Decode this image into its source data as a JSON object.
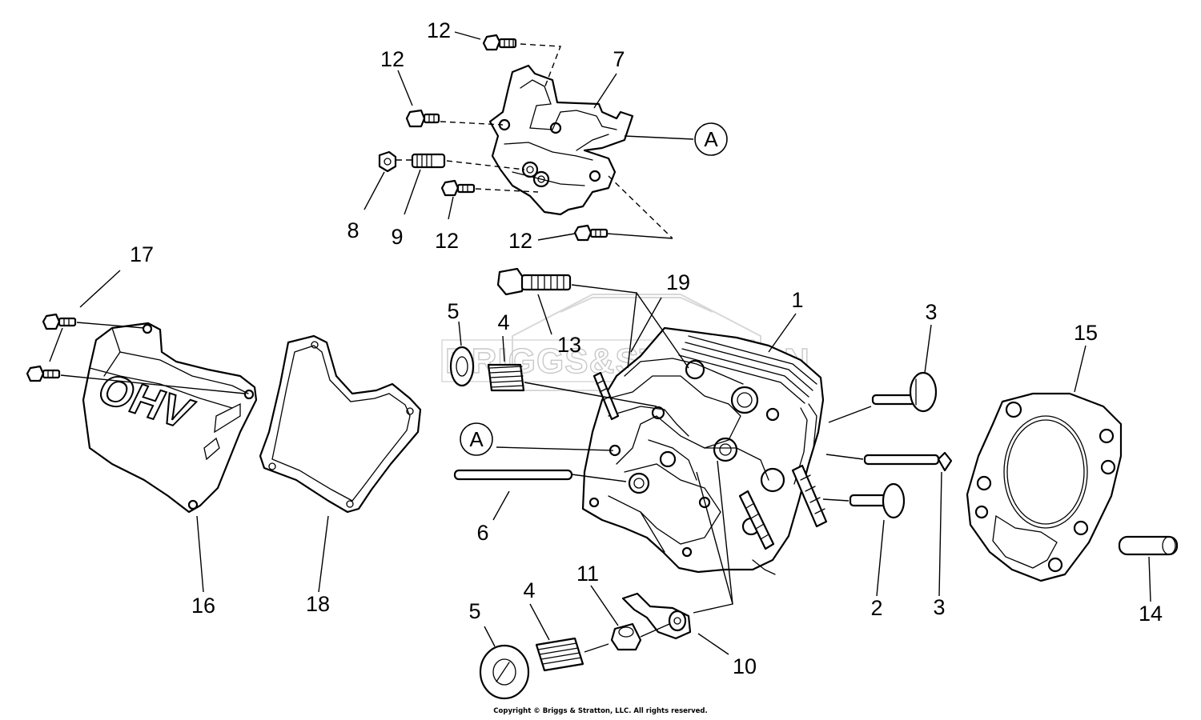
{
  "watermark": "BRIGGS&STRATTON",
  "copyright": "Copyright © Briggs & Stratton, LLC. All rights reserved.",
  "cover_text": "OHV",
  "callouts": {
    "c1": "1",
    "c2": "2",
    "c3a": "3",
    "c3b": "3",
    "c4a": "4",
    "c4b": "4",
    "c5a": "5",
    "c5b": "5",
    "c6": "6",
    "c7": "7",
    "c8": "8",
    "c9": "9",
    "c10": "10",
    "c11": "11",
    "c12a": "12",
    "c12b": "12",
    "c12c": "12",
    "c12d": "12",
    "c13": "13",
    "c14": "14",
    "c15": "15",
    "c16": "16",
    "c17": "17",
    "c18": "18",
    "c19": "19"
  },
  "refs": {
    "ref_a_top": "A",
    "ref_a_mid": "A"
  }
}
